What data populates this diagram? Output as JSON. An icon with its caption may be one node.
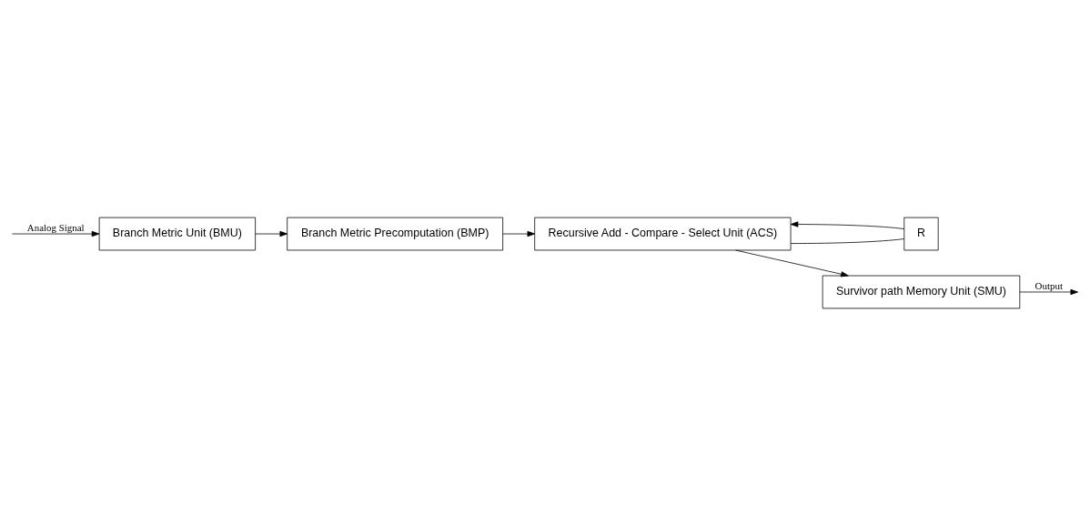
{
  "diagram": {
    "nodes": [
      {
        "text": [
          "Branch Metric Unit (BMU)"
        ]
      },
      {
        "text": [
          "Branch Metric Precomputation (BMP)"
        ]
      },
      {
        "text": [
          "R"
        ]
      },
      {
        "text": [
          "Recursive Add - Compare - Select Unit (ACS)"
        ]
      },
      {
        "text": [
          "Survivor path Memory Unit (SMU)"
        ]
      }
    ],
    "edges": [
      {
        "from": null,
        "to": 0,
        "arrow": "to",
        "label": "Analog Signal"
      },
      {
        "from": 0,
        "to": 1,
        "arrow": "to"
      },
      {
        "from": 1,
        "to": 3,
        "arrow": "to"
      },
      {
        "from": 3,
        "to": 2,
        "arrow": "none"
      },
      {
        "from": 2,
        "to": 3,
        "arrow": "to"
      },
      {
        "from": 3,
        "to": 4,
        "arrow": "to"
      },
      {
        "from": 4,
        "to": null,
        "arrow": "to",
        "label": "Output"
      }
    ]
  }
}
